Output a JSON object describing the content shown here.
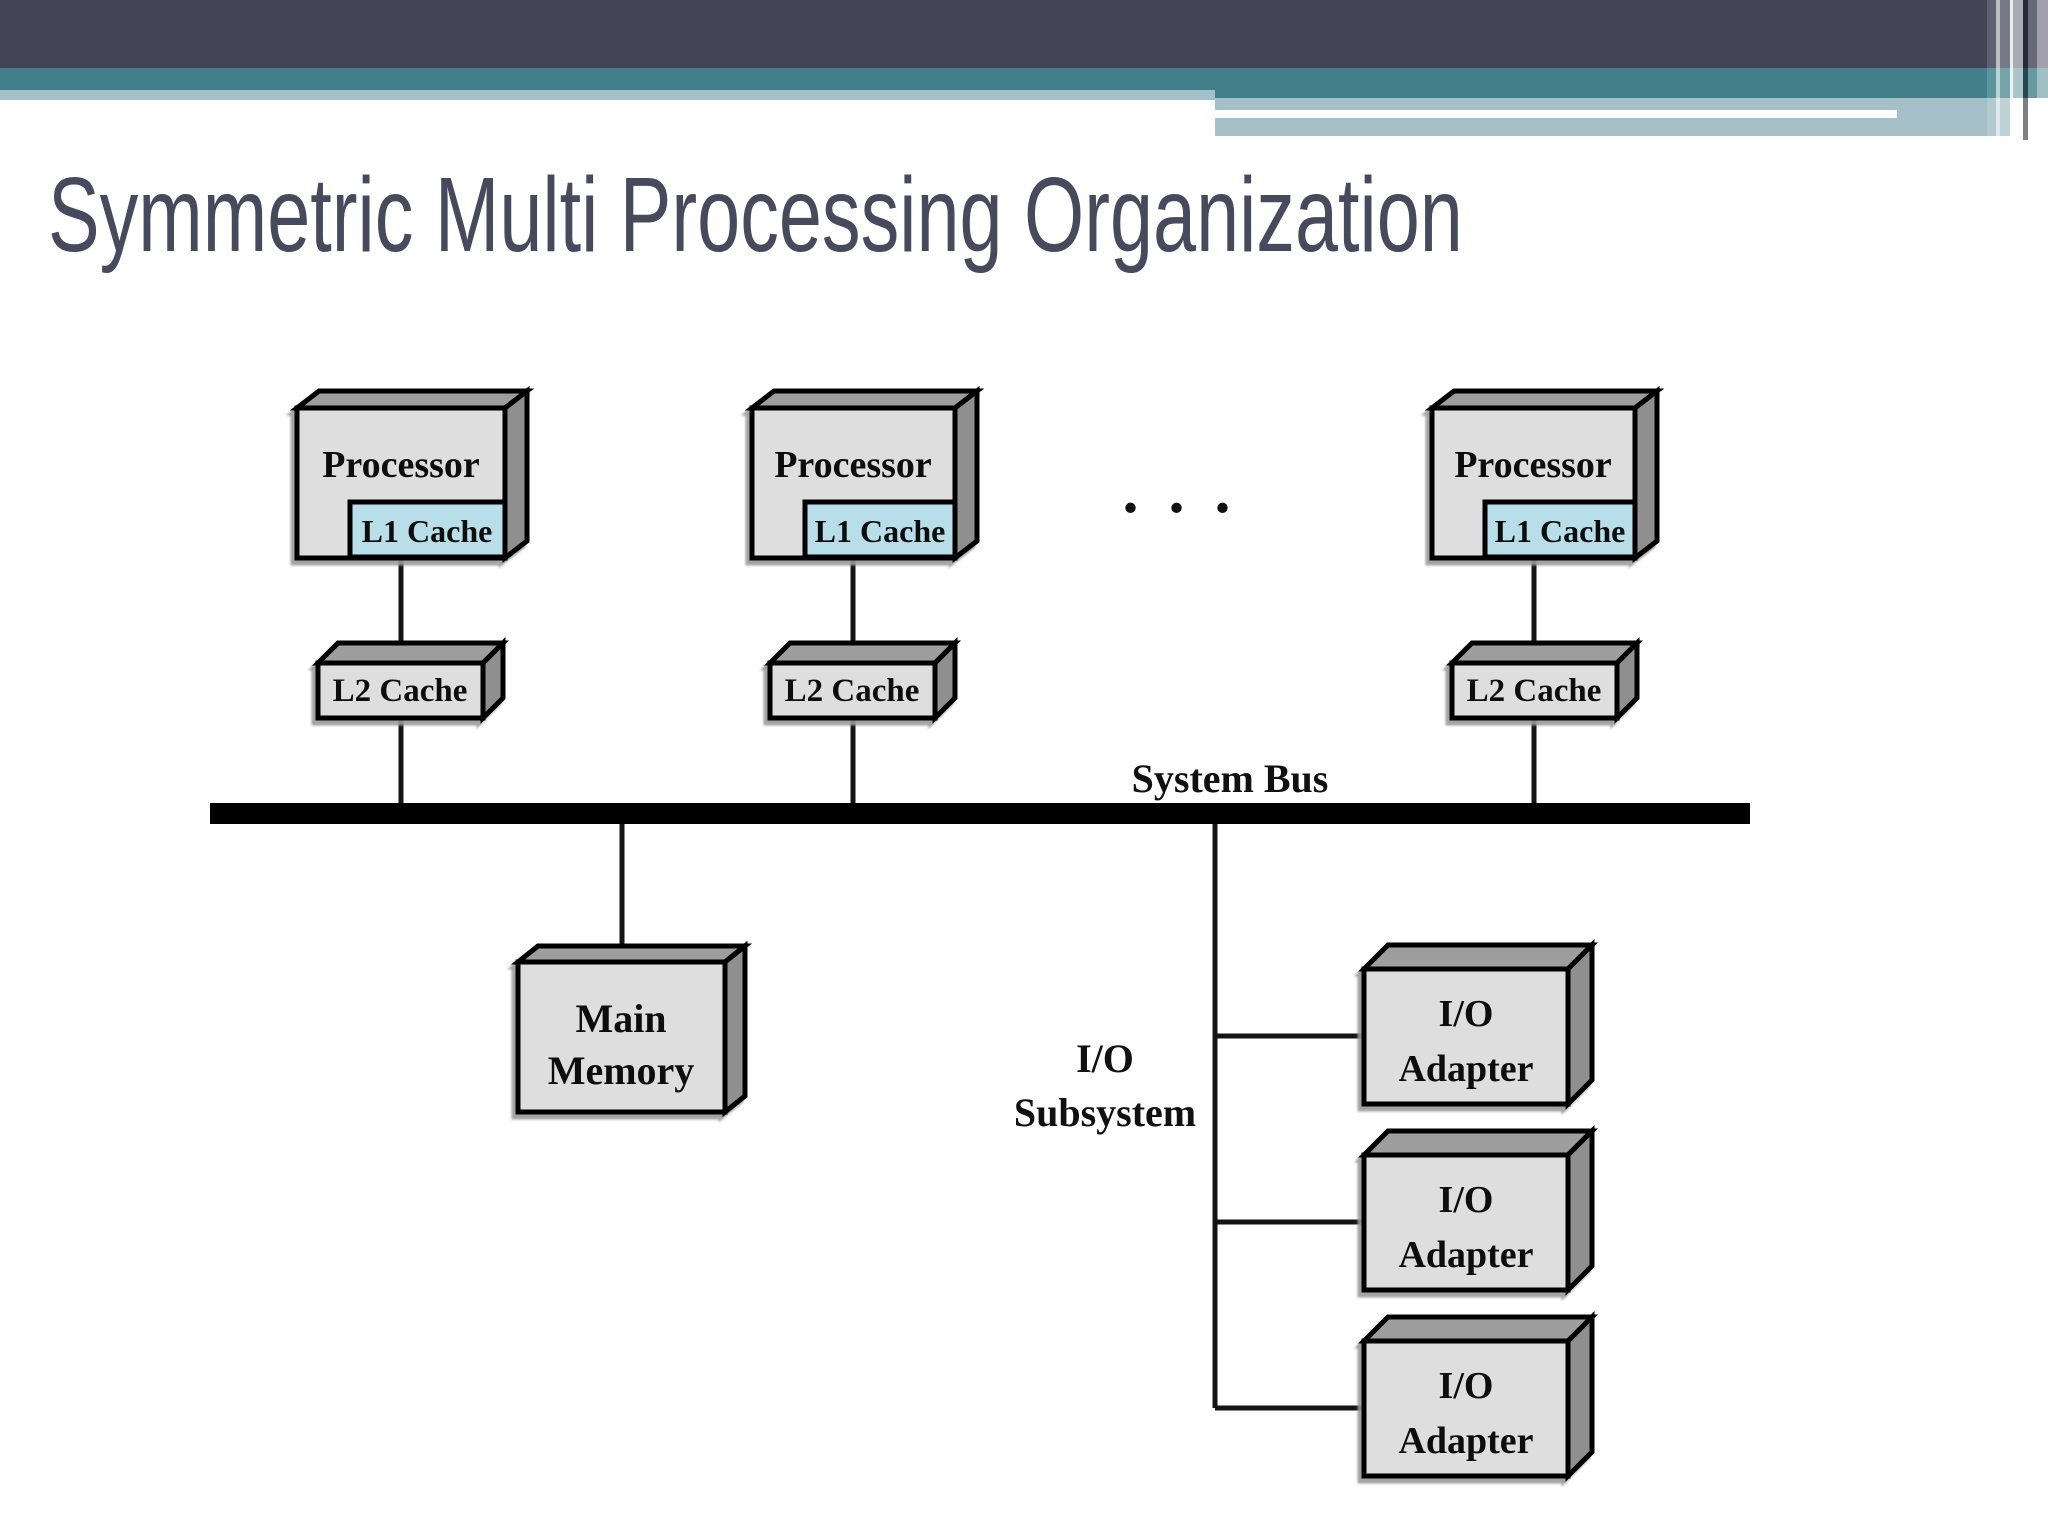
{
  "slide": {
    "title": "Symmetric Multi Processing Organization"
  },
  "diagram": {
    "ellipsis": ". . .",
    "system_bus_label": "System Bus",
    "processors": [
      {
        "label": "Processor",
        "l1": "L1 Cache",
        "l2": "L2 Cache"
      },
      {
        "label": "Processor",
        "l1": "L1 Cache",
        "l2": "L2 Cache"
      },
      {
        "label": "Processor",
        "l1": "L1 Cache",
        "l2": "L2 Cache"
      }
    ],
    "main_memory": {
      "line1": "Main",
      "line2": "Memory"
    },
    "io_subsystem": {
      "line1": "I/O",
      "line2": "Subsystem"
    },
    "io_adapters": [
      {
        "line1": "I/O",
        "line2": "Adapter"
      },
      {
        "line1": "I/O",
        "line2": "Adapter"
      },
      {
        "line1": "I/O",
        "line2": "Adapter"
      }
    ],
    "colors": {
      "title_text": "#474A5C",
      "header_dark": "#444356",
      "header_teal": "#41808A",
      "header_light": "#A5C0C8",
      "cache_fill": "#B8DEE9",
      "box_front": "#DEDEDE",
      "box_top": "#9E9E9E",
      "box_side": "#8F8F8F",
      "wire": "#141414",
      "bus": "#000000"
    }
  }
}
